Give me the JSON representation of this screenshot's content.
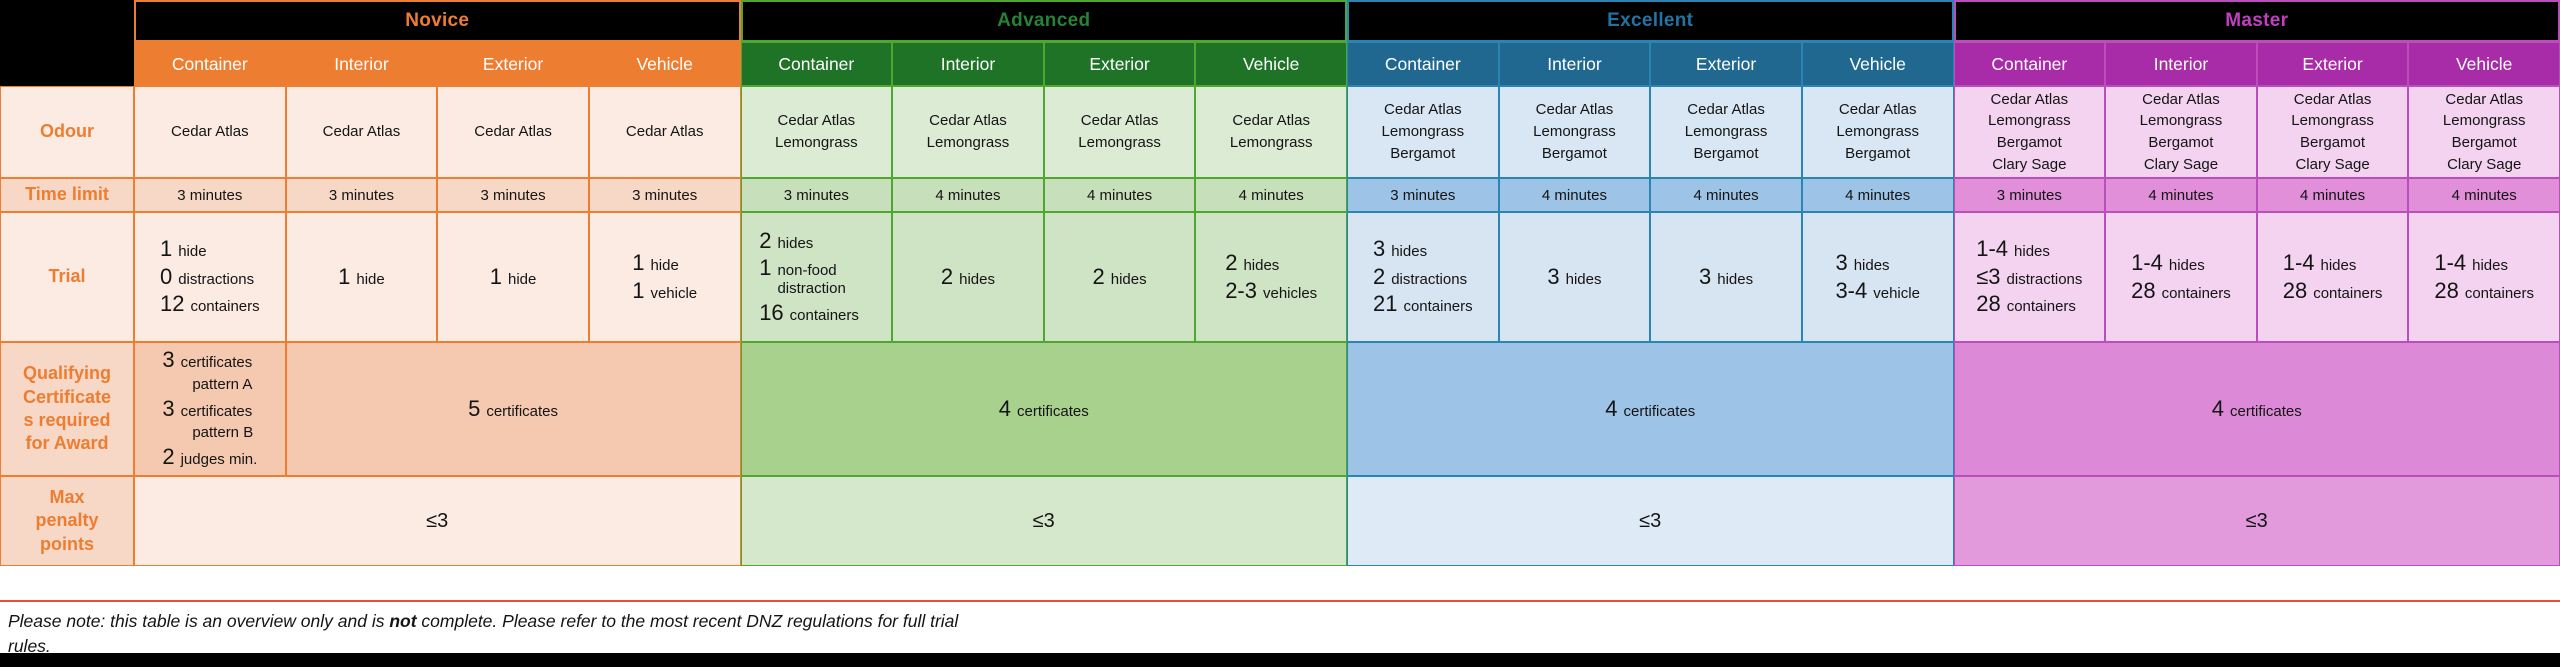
{
  "table": {
    "column_headers": [
      "Container",
      "Interior",
      "Exterior",
      "Vehicle"
    ],
    "row_labels": {
      "odour": "Odour",
      "time_limit": "Time limit",
      "trial": "Trial",
      "qualifying": "Qualifying\nCertificate\ns required\nfor Award",
      "max_penalty": "Max\npenalty\npoints"
    },
    "label_column_colors": {
      "border": "#ED7D31",
      "odour_bg": "#FBEBE3",
      "time_bg": "#F7D7C6",
      "trial_bg": "#FBEBE3",
      "qualifying_bg": "#F7D7C6",
      "max_bg": "#F7D7C6"
    },
    "sections": [
      {
        "name": "Novice",
        "colors": {
          "header_bg": "#ED7D31",
          "border": "#ED7D31",
          "banner_text": "#ED7D31",
          "odour_bg": "#FBEBE3",
          "time_bg": "#F7D7C6",
          "trial_bg": "#FBEBE3",
          "qualifying_bg": "#F5C9AF",
          "max_bg": "#FBEBE3"
        },
        "odour": [
          "Cedar Atlas",
          "Cedar Atlas",
          "Cedar Atlas",
          "Cedar Atlas"
        ],
        "time_limit": [
          "3 minutes",
          "3 minutes",
          "3 minutes",
          "3 minutes"
        ],
        "trial": [
          [
            {
              "n": "1",
              "unit": "hide"
            },
            {
              "n": "0",
              "unit": "distractions"
            },
            {
              "n": "12",
              "unit": "containers"
            }
          ],
          [
            {
              "n": "1",
              "unit": "hide"
            }
          ],
          [
            {
              "n": "1",
              "unit": "hide"
            }
          ],
          [
            {
              "n": "1",
              "unit": "hide"
            },
            {
              "n": "1",
              "unit": "vehicle"
            }
          ]
        ],
        "qualifying": {
          "container": [
            {
              "n": "3",
              "unit": "certificates",
              "sub": "pattern A"
            },
            {
              "n": "3",
              "unit": "certificates",
              "sub": "pattern B"
            },
            {
              "n": "2",
              "unit": "judges min."
            }
          ],
          "merged": {
            "n": "5",
            "unit": "certificates",
            "span": 3
          }
        },
        "max_penalty": "≤3"
      },
      {
        "name": "Advanced",
        "colors": {
          "header_bg": "#1F7327",
          "border": "#4EA72E",
          "banner_text": "#278235",
          "odour_bg": "#DCEBD4",
          "time_bg": "#C8DFBB",
          "trial_bg": "#CFE3C5",
          "qualifying_bg": "#A9D18E",
          "max_bg": "#D6E8CC"
        },
        "odour": [
          "Cedar Atlas\nLemongrass",
          "Cedar Atlas\nLemongrass",
          "Cedar Atlas\nLemongrass",
          "Cedar Atlas\nLemongrass"
        ],
        "time_limit": [
          "3 minutes",
          "4 minutes",
          "4 minutes",
          "4 minutes"
        ],
        "trial": [
          [
            {
              "n": "2",
              "unit": "hides"
            },
            {
              "n": "1",
              "unit": "non-food distraction"
            },
            {
              "n": "16",
              "unit": "containers"
            }
          ],
          [
            {
              "n": "2",
              "unit": "hides"
            }
          ],
          [
            {
              "n": "2",
              "unit": "hides"
            }
          ],
          [
            {
              "n": "2",
              "unit": "hides"
            },
            {
              "n": "2-3",
              "unit": "vehicles"
            }
          ]
        ],
        "qualifying": {
          "merged": {
            "n": "4",
            "unit": "certificates",
            "span": 4
          }
        },
        "max_penalty": "≤3"
      },
      {
        "name": "Excellent",
        "colors": {
          "header_bg": "#20688F",
          "border": "#2A85B5",
          "banner_text": "#2273A3",
          "odour_bg": "#D9E7F4",
          "time_bg": "#9DC3E6",
          "trial_bg": "#D7E5F2",
          "qualifying_bg": "#9DC3E6",
          "max_bg": "#DEEBF7"
        },
        "odour": [
          "Cedar Atlas\nLemongrass\nBergamot",
          "Cedar Atlas\nLemongrass\nBergamot",
          "Cedar Atlas\nLemongrass\nBergamot",
          "Cedar Atlas\nLemongrass\nBergamot"
        ],
        "time_limit": [
          "3 minutes",
          "4 minutes",
          "4 minutes",
          "4 minutes"
        ],
        "trial": [
          [
            {
              "n": "3",
              "unit": "hides"
            },
            {
              "n": "2",
              "unit": "distractions"
            },
            {
              "n": "21",
              "unit": "containers"
            }
          ],
          [
            {
              "n": "3",
              "unit": "hides"
            }
          ],
          [
            {
              "n": "3",
              "unit": "hides"
            }
          ],
          [
            {
              "n": "3",
              "unit": "hides"
            },
            {
              "n": "3-4",
              "unit": "vehicle"
            }
          ]
        ],
        "qualifying": {
          "merged": {
            "n": "4",
            "unit": "certificates",
            "span": 4
          }
        },
        "max_penalty": "≤3"
      },
      {
        "name": "Master",
        "colors": {
          "header_bg": "#A82BA8",
          "border": "#BC4EBC",
          "banner_text": "#C13FC1",
          "odour_bg": "#F3D3F0",
          "time_bg": "#E08FD8",
          "trial_bg": "#F3D3F0",
          "qualifying_bg": "#DC8AD7",
          "max_bg": "#E29ADD"
        },
        "odour": [
          "Cedar Atlas\nLemongrass\nBergamot\nClary Sage",
          "Cedar Atlas\nLemongrass\nBergamot\nClary Sage",
          "Cedar Atlas\nLemongrass\nBergamot\nClary Sage",
          "Cedar Atlas\nLemongrass\nBergamot\nClary Sage"
        ],
        "time_limit": [
          "3 minutes",
          "4 minutes",
          "4 minutes",
          "4 minutes"
        ],
        "trial": [
          [
            {
              "n": "1-4",
              "unit": "hides"
            },
            {
              "n": "≤3",
              "unit": "distractions"
            },
            {
              "n": "28",
              "unit": "containers"
            }
          ],
          [
            {
              "n": "1-4",
              "unit": "hides"
            },
            {
              "n": "28",
              "unit": "containers"
            }
          ],
          [
            {
              "n": "1-4",
              "unit": "hides"
            },
            {
              "n": "28",
              "unit": "containers"
            }
          ],
          [
            {
              "n": "1-4",
              "unit": "hides"
            },
            {
              "n": "28",
              "unit": "containers"
            }
          ]
        ],
        "qualifying": {
          "merged": {
            "n": "4",
            "unit": "certificates",
            "span": 4
          }
        },
        "max_penalty": "≤3"
      }
    ]
  },
  "footnote": {
    "prefix": "Please note: this table is an overview only and is ",
    "bold": "not",
    "suffix": " complete. Please refer to the most recent DNZ  regulations for full trial\nrules."
  }
}
